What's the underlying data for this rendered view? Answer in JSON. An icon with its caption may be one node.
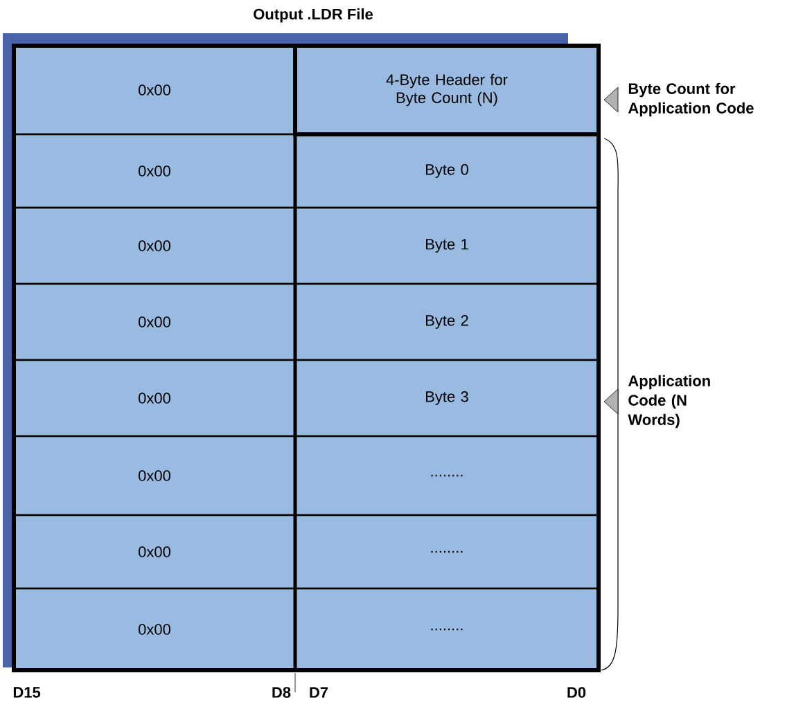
{
  "diagram": {
    "title": "Output .LDR File",
    "nodes": [
      {
        "text": [
          "0x00"
        ]
      },
      {
        "text": [
          "4-Byte Header for Byte Count (N)"
        ]
      },
      {
        "text": [
          "0x00"
        ]
      },
      {
        "text": [
          "Byte 0"
        ]
      },
      {
        "text": [
          "0x00"
        ]
      },
      {
        "text": [
          "Byte 1"
        ]
      },
      {
        "text": [
          "0x00"
        ]
      },
      {
        "text": [
          "Byte 2"
        ]
      },
      {
        "text": [
          "0x00"
        ]
      },
      {
        "text": [
          "Byte 3"
        ]
      },
      {
        "text": [
          "0x00"
        ]
      },
      {
        "text": [
          "........"
        ]
      },
      {
        "text": [
          "0x00"
        ]
      },
      {
        "text": [
          "........"
        ]
      },
      {
        "text": [
          "0x00"
        ]
      },
      {
        "text": [
          "........"
        ]
      }
    ],
    "labels": [
      "Byte Count for Application Code",
      "Application Code (N Words)",
      "D15",
      "D8",
      "D7",
      "D0"
    ]
  }
}
